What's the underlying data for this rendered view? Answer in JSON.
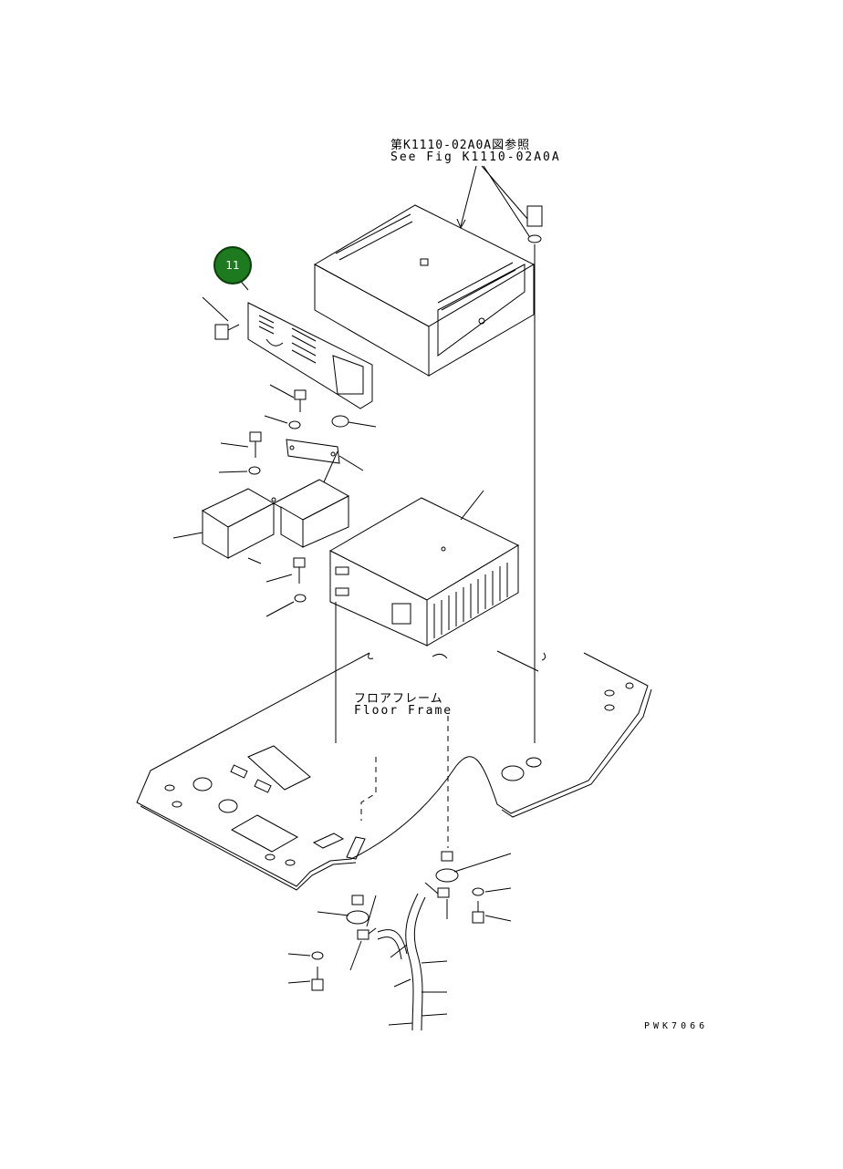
{
  "callout": {
    "number": "11",
    "color": "#1e7a1e"
  },
  "reference": {
    "jp": "第K1110-02A0A図参照",
    "en": "See Fig K1110-02A0A"
  },
  "floor_frame": {
    "jp": "フロアフレーム",
    "en": "Floor Frame"
  },
  "drawing_number": "PWK7066"
}
